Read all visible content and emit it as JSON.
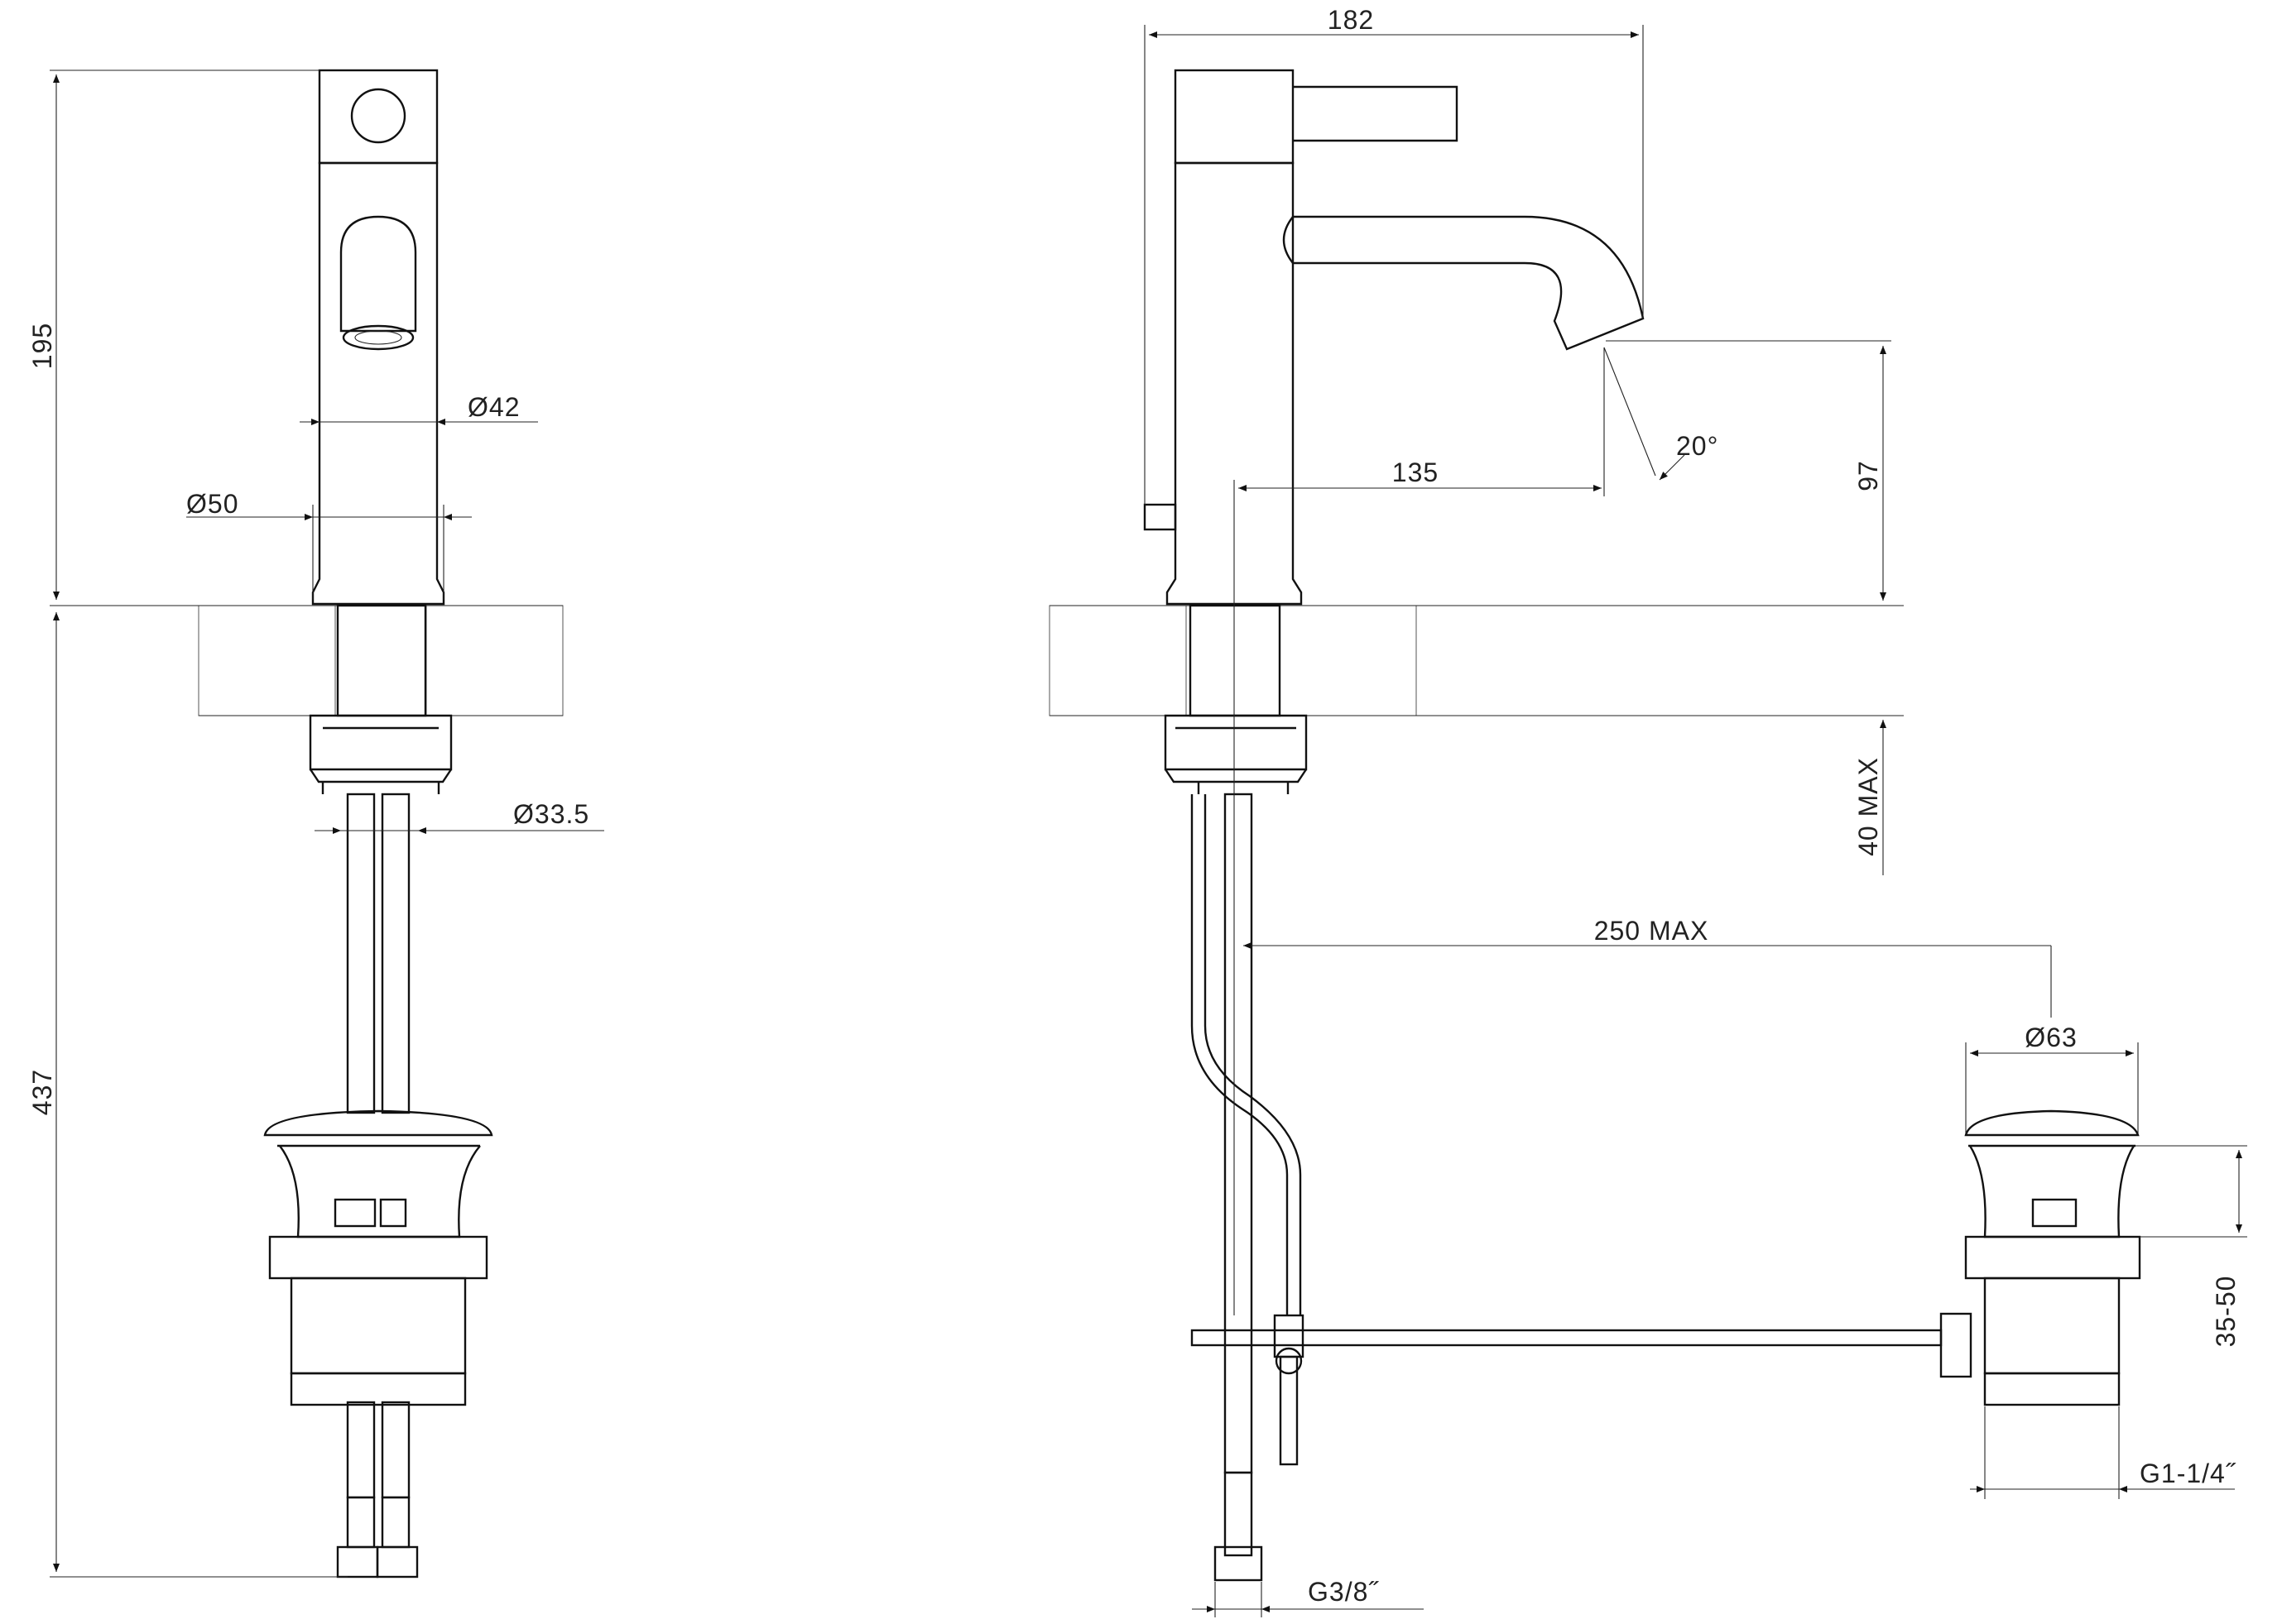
{
  "drawing": {
    "front_view": {
      "height_total": "195",
      "spout_diameter": "Ø42",
      "base_diameter": "Ø50",
      "shank_diameter": "Ø33.5",
      "hose_length": "437"
    },
    "side_view": {
      "overall_depth": "182",
      "spout_reach": "135",
      "spout_angle": "20°",
      "spout_height": "97",
      "deck_thickness": "40  MAX",
      "drain_rod_length": "250  MAX",
      "waste_diameter": "Ø63",
      "waste_adjust": "35-50",
      "waste_thread": "G1-1/4˝",
      "hose_thread": "G3/8˝"
    }
  }
}
